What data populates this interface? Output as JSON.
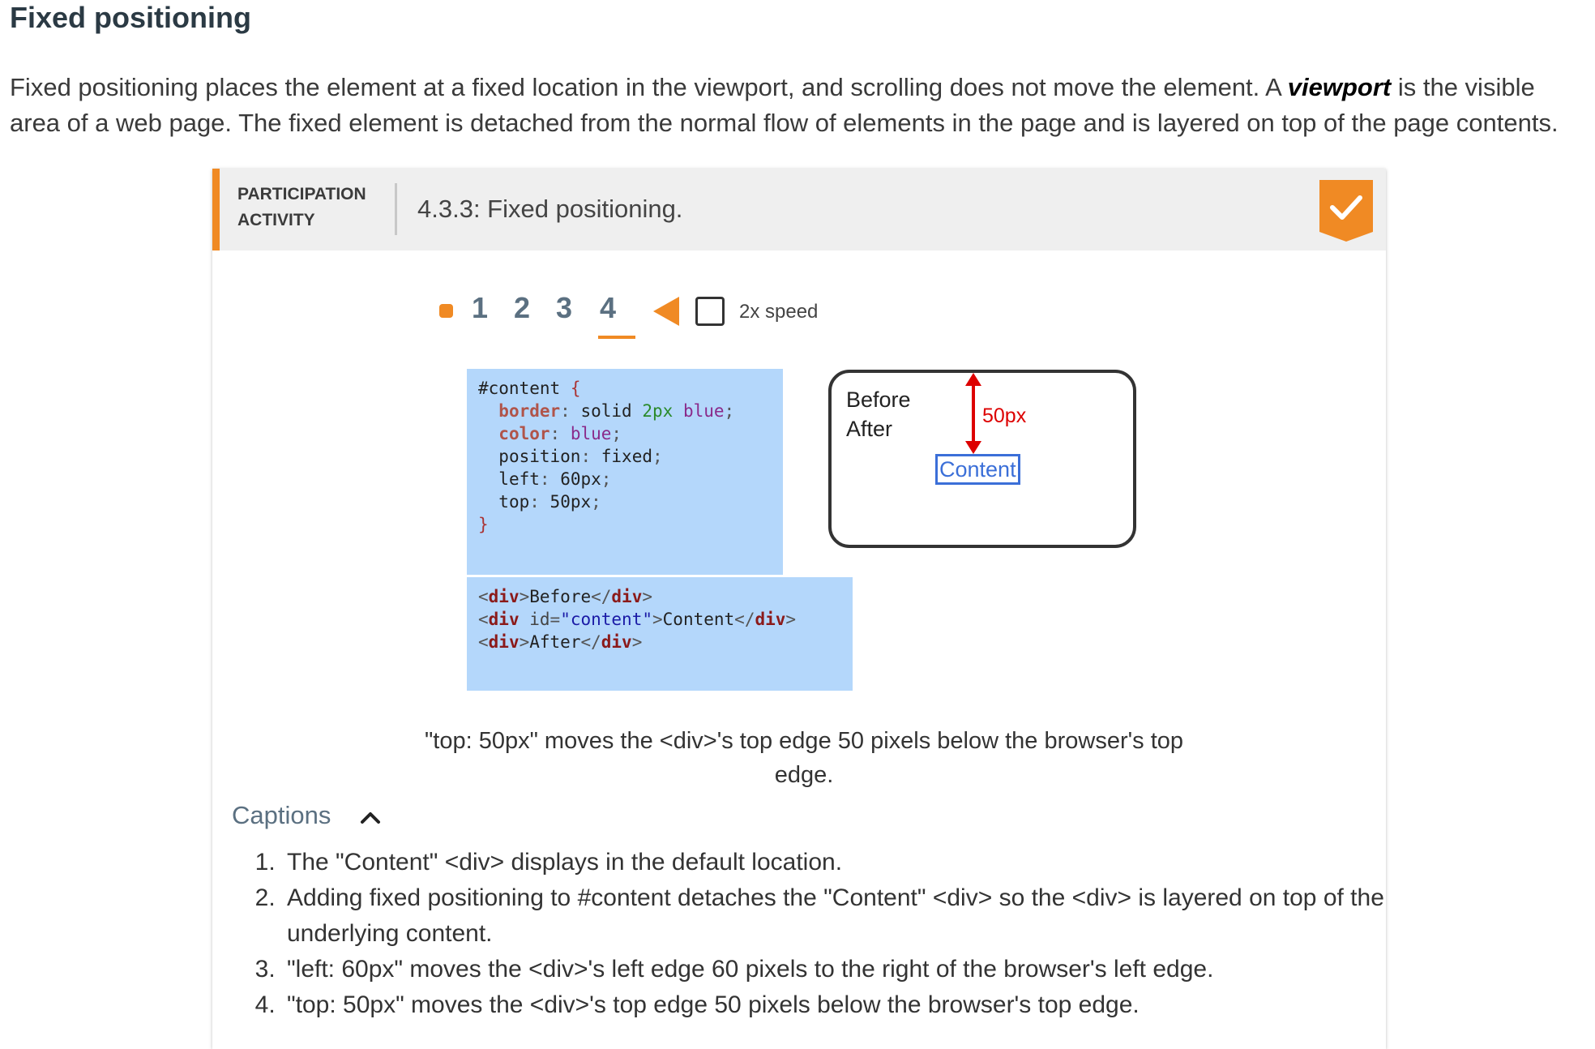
{
  "heading": "Fixed positioning",
  "intro": {
    "part1": "Fixed positioning places the element at a fixed location in the viewport, and scrolling does not move the element. A ",
    "term": "viewport",
    "part2": " is the visible area of a web page. The fixed element is detached from the normal flow of elements in the page and is layered on top of the page contents."
  },
  "activity": {
    "type_line1": "PARTICIPATION",
    "type_line2": "ACTIVITY",
    "title": "4.3.3: Fixed positioning.",
    "completed_icon": "checkmark-badge-icon",
    "accent_color": "#f08a24"
  },
  "controls": {
    "steps": [
      "1",
      "2",
      "3",
      "4"
    ],
    "current_step": "4",
    "speed_label": "2x speed",
    "speed_checked": false,
    "play_icon": "play-back-triangle-icon"
  },
  "code": {
    "css": {
      "selector": "#content",
      "open": "{",
      "close": "}",
      "lines": [
        {
          "prop": "border",
          "value_parts": [
            "solid",
            "2px",
            "blue"
          ]
        },
        {
          "prop": "color",
          "value": "blue"
        },
        {
          "prop": "position",
          "value": "fixed"
        },
        {
          "prop": "left",
          "value": "60px"
        },
        {
          "prop": "top",
          "value": "50px"
        }
      ]
    },
    "html": {
      "line1_text": "Before",
      "line2_attr": "id",
      "line2_value": "\"content\"",
      "line2_text": "Content",
      "line3_text": "After",
      "tag": "div"
    },
    "background": "#b4d7fb"
  },
  "browser": {
    "before": "Before",
    "after": "After",
    "offset_label": "50px",
    "content": "Content"
  },
  "step_caption": "\"top: 50px\" moves the <div>'s top edge 50 pixels below the browser's top edge.",
  "captions": {
    "toggle_label": "Captions",
    "items": [
      "The \"Content\" <div> displays in the default location.",
      "Adding fixed positioning to #content detaches the \"Content\" <div> so the <div> is layered on top of the underlying content.",
      "\"left: 60px\" moves the <div>'s left edge 60 pixels to the right of the browser's left edge.",
      "\"top: 50px\" moves the <div>'s top edge 50 pixels below the browser's top edge."
    ]
  }
}
